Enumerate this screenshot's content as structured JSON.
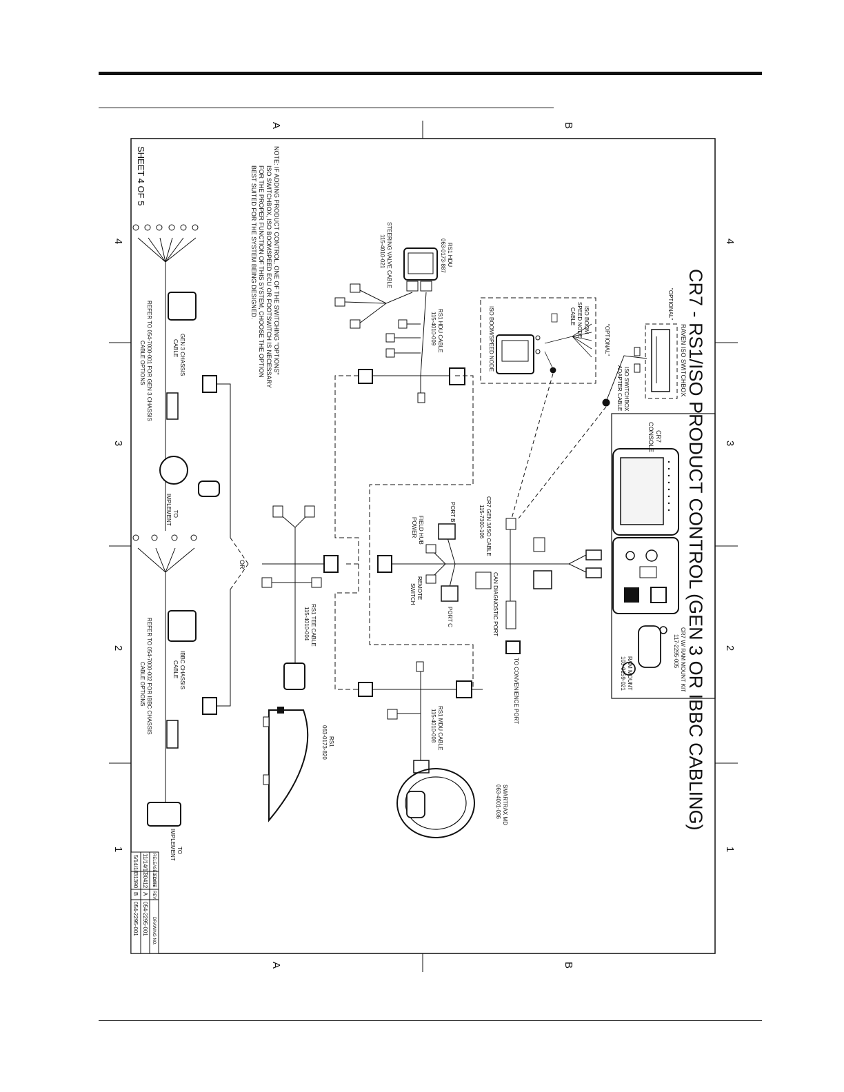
{
  "sheet": {
    "title": "CR7 - RS1/ISO PRODUCT CONTROL (GEN 3 OR IBBC CABLING)",
    "sheet_label": "SHEET 4 OF 5",
    "zone_letters": [
      "A",
      "B"
    ],
    "zone_numbers": [
      "4",
      "3",
      "2",
      "1"
    ]
  },
  "note": [
    "NOTE: IF ADDING PRODUCT CONTROL, ONE OF THE SWITCHING \"OPTIONS\"",
    "ISO SWITCHBOX, ISO BOOMSPEED ECU OR FOOTSWITCH IS NECESSARY",
    "FOR THE PROPER FUNCTION OF THIS SYSTEM, CHOOSE THE OPTION",
    "BEST SUITED FOR THE SYSTEM BEING DESIGNED."
  ],
  "labels": {
    "optional_1": "\"OPTIONAL\"",
    "optional_2": "\"OPTIONAL\"",
    "raven_iso_switchbox": "RAVEN ISO SWITCHBOX",
    "iso_switchbox_adapter": [
      "ISO SWITCHBOX",
      "ADAPTER CABLE"
    ],
    "iso_boom_speed_node_cable": [
      "ISO BOOM",
      "SPEED NODE",
      "CABLE"
    ],
    "iso_boom_speed_node": "ISO BOOM/SPEED NODE",
    "cr7_console": [
      "CR7",
      "CONSOLE"
    ],
    "cr7_ram_mount": [
      "CR7 W/ RAM MOUNT KIT",
      "117-2295-005"
    ],
    "ram_mount": [
      "RAM MOUNT",
      "103-0159-021"
    ],
    "rs1_hdu": [
      "RS1 HDU",
      "063-0173-887"
    ],
    "steering_valve_cable": [
      "STEERING VALVE CABLE",
      "115-4010-021"
    ],
    "rs1_hdu_cable": [
      "RS1 HDU CABLE",
      "115-4010-009"
    ],
    "cr7_gen3_iso_cable": [
      "CR7 GEN 3/ISO CABLE",
      "115-7300-106"
    ],
    "port_b": "PORT B",
    "field_hub_power": [
      "FIELD HUB",
      "POWER"
    ],
    "remote_switch": [
      "REMOTE",
      "SWITCH"
    ],
    "port_c": "PORT C",
    "can_diagnostic_port": "CAN DIAGNOSTIC PORT",
    "to_convenience_port": "TO CONVENIENCE PORT",
    "rs1_mdu_cable": [
      "RS1 MDU CABLE",
      "115-4010-008"
    ],
    "smartrax_md": [
      "SMARTRAX MD",
      "063-4001-036"
    ],
    "rs1": [
      "RS1",
      "063-0173-820"
    ],
    "rs1_tee_cable": [
      "RS1 TEE CABLE",
      "115-4010-004"
    ],
    "or": "OR",
    "gen3_chassis_cable": [
      "GEN 3 CHASSIS",
      "CABLE"
    ],
    "gen3_refer": [
      "REFER TO 054-7000-001 FOR GEN 3 CHASSIS",
      "CABLE OPTIONS"
    ],
    "ibbc_chassis_cable": [
      "IBBC CHASSIS",
      "CABLE"
    ],
    "ibbc_refer": [
      "REFER TO 054-7000-002 FOR IBBC CHASSIS",
      "CABLE OPTIONS"
    ],
    "to_implement_1": [
      "TO",
      "IMPLEMENT"
    ],
    "to_implement_2": [
      "TO",
      "IMPLEMENT"
    ]
  },
  "revision_table": {
    "headers": [
      "RELEASED DATE",
      "ECO #",
      "REV.",
      "DRAWING NO."
    ],
    "rows": [
      [
        "11/14/17",
        "30412",
        "A",
        "054-2295-001"
      ],
      [
        "5/14/18",
        "31390",
        "B",
        "054-2295-001"
      ]
    ]
  }
}
